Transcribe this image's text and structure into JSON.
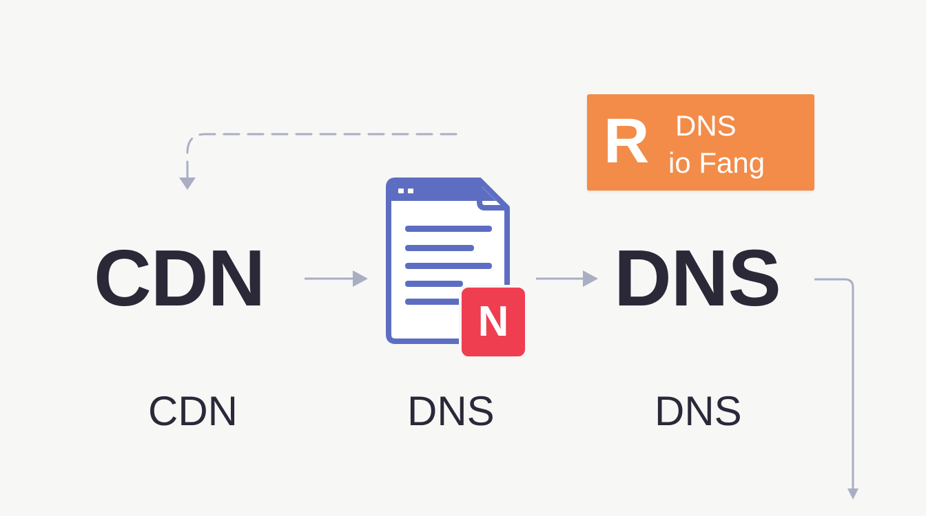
{
  "diagram": {
    "nodes": {
      "cdn": {
        "title": "CDN",
        "caption": "CDN"
      },
      "document": {
        "badge_letter": "N",
        "caption": "DNS"
      },
      "dns": {
        "title": "DNS",
        "caption": "DNS"
      }
    },
    "callout": {
      "logo_letter": "R",
      "line1": "DNS",
      "line2": "io Fang"
    },
    "colors": {
      "text": "#2b2838",
      "connector": "#a9aec3",
      "document_blue": "#5d6ec2",
      "n_badge": "#ef3e4f",
      "callout_orange": "#f28c48",
      "background": "#f7f7f6"
    },
    "icons": [
      "document-icon",
      "n-letter-icon"
    ]
  }
}
